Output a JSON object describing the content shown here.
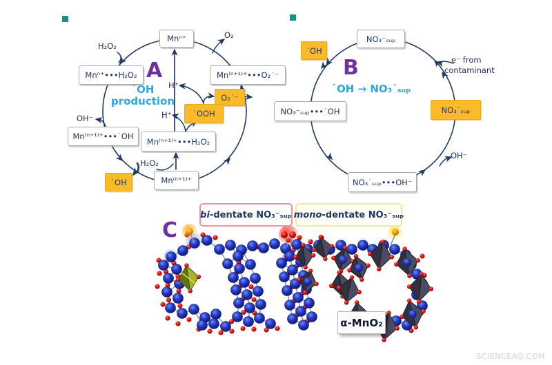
{
  "panel_a": {
    "letter": "A",
    "caption_line1": "˙OH",
    "caption_line2": "production",
    "node_top": "Mnⁿ⁺",
    "node_left": "Mnⁿ⁺•••H₂O₂",
    "node_right": "Mn⁽ⁿ⁺¹⁾⁺•••O₂˙⁻",
    "node_mid_left": "Mn⁽ⁿ⁺¹⁾⁺•••˙OH",
    "node_center": "Mn⁽ⁿ⁺¹⁾⁺•••H₂O₂",
    "node_bottom": "Mn⁽ⁿ⁺¹⁾⁺",
    "highlight_superoxide": "O₂˙⁻",
    "highlight_hydroperoxyl": "˙OOH",
    "highlight_hydroxyl": "˙OH",
    "label_h2o2_top": "H₂O₂",
    "label_o2": "O₂",
    "label_h_plus_upper": "H⁺",
    "label_h_plus_lower": "H⁺",
    "label_oh_minus": "OH⁻",
    "label_h2o2_bottom": "H₂O₂"
  },
  "panel_b": {
    "letter": "B",
    "caption": "˙OH → NO₃˙ₛᵤₚ",
    "node_top": "NO₃⁻ₛᵤₚ",
    "highlight_oh": "˙OH",
    "node_left": "NO₃⁻ₛᵤₚ•••˙OH",
    "highlight_no3_radical": "NO₃˙ₛᵤₚ",
    "node_bottom": "NO₃˙ₛᵤₚ•••OH⁻",
    "label_electron_line1": "e⁻ from",
    "label_electron_line2": "contaminant",
    "label_oh_minus": "OH⁻"
  },
  "panel_c": {
    "letter": "C",
    "bidentate_prefix": "bi",
    "bidentate_rest": "-dentate NO₃⁻ₛᵤₚ",
    "monodentate_prefix": "mono",
    "monodentate_rest": "-dentate NO₃⁻ₛᵤₚ",
    "structure_label": "α-MnO₂"
  },
  "watermark": "SCIENCEAQ.COM",
  "colors": {
    "line_navy": "#203864",
    "text_navy": "#1f3864",
    "accent_orange": "#fbbb28",
    "panel_letter_purple": "#7030a0",
    "caption_cyan": "#2ea9dc",
    "bidentate_border": "#f2949c",
    "monodentate_border": "#f0e9a0",
    "watermark_pink": "#ecc7c7"
  }
}
